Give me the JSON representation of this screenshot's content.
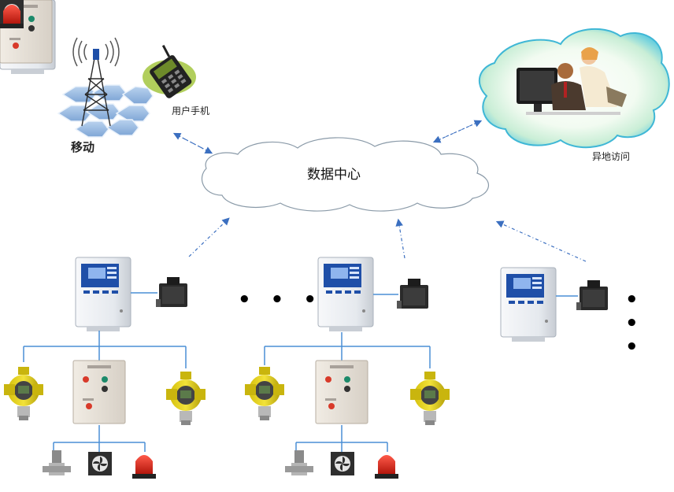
{
  "labels": {
    "mobile": "移动",
    "user_phone": "用户手机",
    "remote_access": "异地访问",
    "data_center": "数据中心"
  },
  "continuation": {
    "dots_1": "• • •",
    "dots_2": "• • •"
  },
  "colors": {
    "line": "#4a8fd6",
    "arrow": "#3b6fc0",
    "controller_body": "#e8ecf1",
    "controller_panel": "#1f4fa8",
    "detector": "#e6d21a",
    "cloud_gradient_outer": "#5fd0e6",
    "cloud_gradient_inner": "#eefaf2"
  }
}
